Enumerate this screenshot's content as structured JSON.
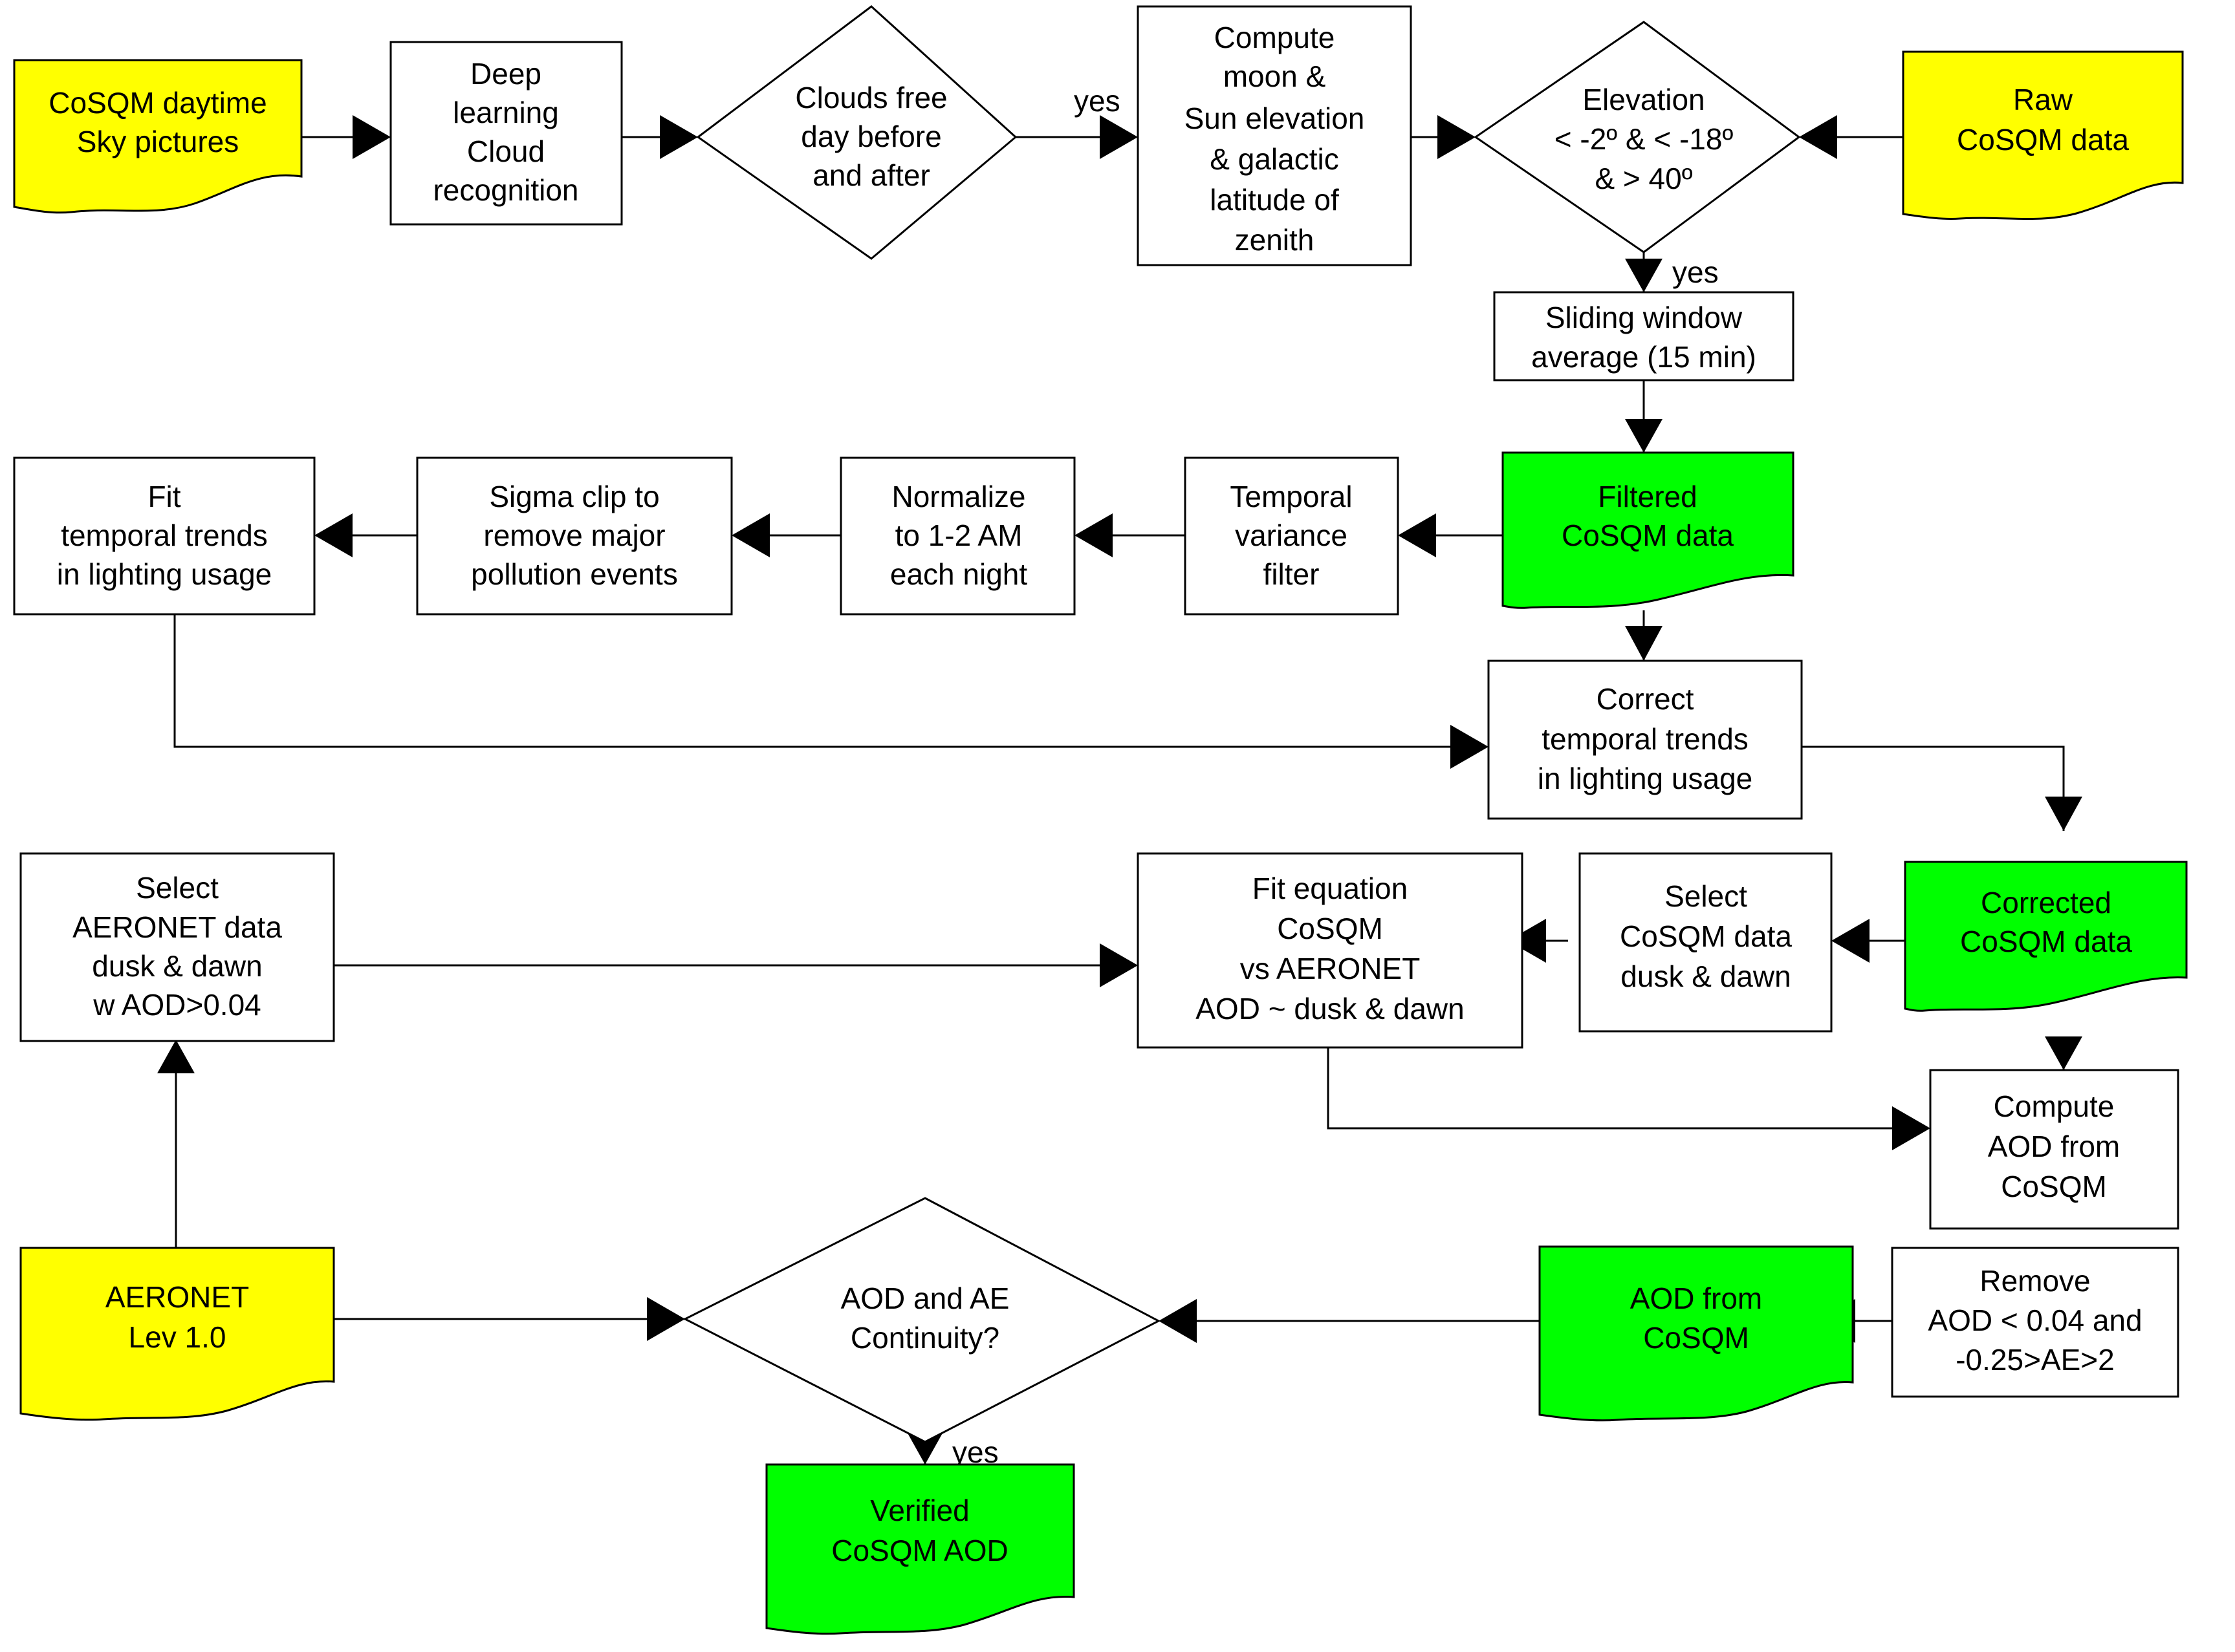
{
  "diagram": {
    "title": "CoSQM AOD processing flowchart",
    "colors": {
      "data_source": "#FFFF00",
      "data_product": "#00FF00",
      "process": "#FFFFFF",
      "stroke": "#000000"
    },
    "nodes": [
      {
        "id": "cosqm-daytime-sky-pictures",
        "shape": "document",
        "fill": "#FFFF00",
        "lines": [
          "CoSQM daytime",
          "Sky pictures"
        ]
      },
      {
        "id": "deep-learning-cloud-recognition",
        "shape": "process",
        "fill": "#FFFFFF",
        "lines": [
          "Deep",
          "learning",
          "Cloud",
          "recognition"
        ]
      },
      {
        "id": "clouds-free-day-before-and-after",
        "shape": "decision",
        "fill": "#FFFFFF",
        "lines": [
          "Clouds free",
          "day before",
          "and after"
        ]
      },
      {
        "id": "compute-moon-sun-elevation",
        "shape": "process",
        "fill": "#FFFFFF",
        "lines": [
          "Compute",
          "moon &",
          "Sun elevation",
          "& galactic",
          "latitude of",
          "zenith"
        ]
      },
      {
        "id": "elevation-decision",
        "shape": "decision",
        "fill": "#FFFFFF",
        "lines": [
          "Elevation",
          "< -2º & < -18º",
          "& > 40º"
        ]
      },
      {
        "id": "raw-cosqm-data",
        "shape": "document",
        "fill": "#FFFF00",
        "lines": [
          "Raw",
          "CoSQM data"
        ]
      },
      {
        "id": "sliding-window-average",
        "shape": "process",
        "fill": "#FFFFFF",
        "lines": [
          "Sliding window",
          "average (15 min)"
        ]
      },
      {
        "id": "filtered-cosqm-data",
        "shape": "document",
        "fill": "#00FF00",
        "lines": [
          "Filtered",
          "CoSQM data"
        ]
      },
      {
        "id": "temporal-variance-filter",
        "shape": "process",
        "fill": "#FFFFFF",
        "lines": [
          "Temporal",
          "variance",
          "filter"
        ]
      },
      {
        "id": "normalize-to-1-2-am",
        "shape": "process",
        "fill": "#FFFFFF",
        "lines": [
          "Normalize",
          "to 1-2 AM",
          "each night"
        ]
      },
      {
        "id": "sigma-clip",
        "shape": "process",
        "fill": "#FFFFFF",
        "lines": [
          "Sigma clip to",
          "remove major",
          "pollution events"
        ]
      },
      {
        "id": "fit-temporal-trends",
        "shape": "process",
        "fill": "#FFFFFF",
        "lines": [
          "Fit",
          "temporal  trends",
          "in lighting usage"
        ]
      },
      {
        "id": "correct-temporal-trends",
        "shape": "process",
        "fill": "#FFFFFF",
        "lines": [
          "Correct",
          "temporal  trends",
          "in lighting usage"
        ]
      },
      {
        "id": "corrected-cosqm-data",
        "shape": "document",
        "fill": "#00FF00",
        "lines": [
          "Corrected",
          "CoSQM data"
        ]
      },
      {
        "id": "select-cosqm-data-dusk-dawn",
        "shape": "process",
        "fill": "#FFFFFF",
        "lines": [
          "Select",
          "CoSQM data",
          "dusk & dawn"
        ]
      },
      {
        "id": "fit-equation-cosqm-vs-aeronet",
        "shape": "process",
        "fill": "#FFFFFF",
        "lines": [
          "Fit equation",
          "CoSQM",
          "vs AERONET",
          "AOD ~ dusk & dawn"
        ]
      },
      {
        "id": "select-aeronet-data",
        "shape": "process",
        "fill": "#FFFFFF",
        "lines": [
          "Select",
          "AERONET data",
          "dusk & dawn",
          "w AOD>0.04"
        ]
      },
      {
        "id": "aeronet-lev-1-0",
        "shape": "document",
        "fill": "#FFFF00",
        "lines": [
          "AERONET",
          "Lev 1.0"
        ]
      },
      {
        "id": "compute-aod-from-cosqm",
        "shape": "process",
        "fill": "#FFFFFF",
        "lines": [
          "Compute",
          "AOD from",
          "CoSQM"
        ]
      },
      {
        "id": "remove-aod-ae",
        "shape": "process",
        "fill": "#FFFFFF",
        "lines": [
          "Remove",
          "AOD < 0.04 and",
          "-0.25>AE>2"
        ]
      },
      {
        "id": "aod-from-cosqm",
        "shape": "document",
        "fill": "#00FF00",
        "lines": [
          "AOD from",
          "CoSQM"
        ]
      },
      {
        "id": "aod-and-ae-continuity",
        "shape": "decision",
        "fill": "#FFFFFF",
        "lines": [
          "AOD and AE",
          "Continuity?"
        ]
      },
      {
        "id": "verified-cosqm-aod",
        "shape": "document",
        "fill": "#00FF00",
        "lines": [
          "Verified",
          "CoSQM AOD"
        ]
      }
    ],
    "edge_labels": [
      {
        "id": "yes-clouds-free",
        "text": "yes"
      },
      {
        "id": "yes-elevation",
        "text": "yes"
      },
      {
        "id": "yes-continuity",
        "text": "yes"
      }
    ],
    "edges": [
      {
        "from": "cosqm-daytime-sky-pictures",
        "to": "deep-learning-cloud-recognition"
      },
      {
        "from": "deep-learning-cloud-recognition",
        "to": "clouds-free-day-before-and-after"
      },
      {
        "from": "clouds-free-day-before-and-after",
        "to": "compute-moon-sun-elevation",
        "label": "yes"
      },
      {
        "from": "compute-moon-sun-elevation",
        "to": "elevation-decision"
      },
      {
        "from": "raw-cosqm-data",
        "to": "elevation-decision"
      },
      {
        "from": "elevation-decision",
        "to": "sliding-window-average",
        "label": "yes"
      },
      {
        "from": "sliding-window-average",
        "to": "filtered-cosqm-data"
      },
      {
        "from": "filtered-cosqm-data",
        "to": "temporal-variance-filter"
      },
      {
        "from": "temporal-variance-filter",
        "to": "normalize-to-1-2-am"
      },
      {
        "from": "normalize-to-1-2-am",
        "to": "sigma-clip"
      },
      {
        "from": "sigma-clip",
        "to": "fit-temporal-trends"
      },
      {
        "from": "filtered-cosqm-data",
        "to": "correct-temporal-trends"
      },
      {
        "from": "fit-temporal-trends",
        "to": "correct-temporal-trends"
      },
      {
        "from": "correct-temporal-trends",
        "to": "corrected-cosqm-data"
      },
      {
        "from": "corrected-cosqm-data",
        "to": "select-cosqm-data-dusk-dawn"
      },
      {
        "from": "select-cosqm-data-dusk-dawn",
        "to": "fit-equation-cosqm-vs-aeronet"
      },
      {
        "from": "select-aeronet-data",
        "to": "fit-equation-cosqm-vs-aeronet"
      },
      {
        "from": "aeronet-lev-1-0",
        "to": "select-aeronet-data"
      },
      {
        "from": "corrected-cosqm-data",
        "to": "compute-aod-from-cosqm"
      },
      {
        "from": "fit-equation-cosqm-vs-aeronet",
        "to": "compute-aod-from-cosqm"
      },
      {
        "from": "compute-aod-from-cosqm",
        "to": "remove-aod-ae"
      },
      {
        "from": "remove-aod-ae",
        "to": "aod-from-cosqm"
      },
      {
        "from": "aod-from-cosqm",
        "to": "aod-and-ae-continuity"
      },
      {
        "from": "aeronet-lev-1-0",
        "to": "aod-and-ae-continuity"
      },
      {
        "from": "aod-and-ae-continuity",
        "to": "verified-cosqm-aod",
        "label": "yes"
      }
    ]
  }
}
